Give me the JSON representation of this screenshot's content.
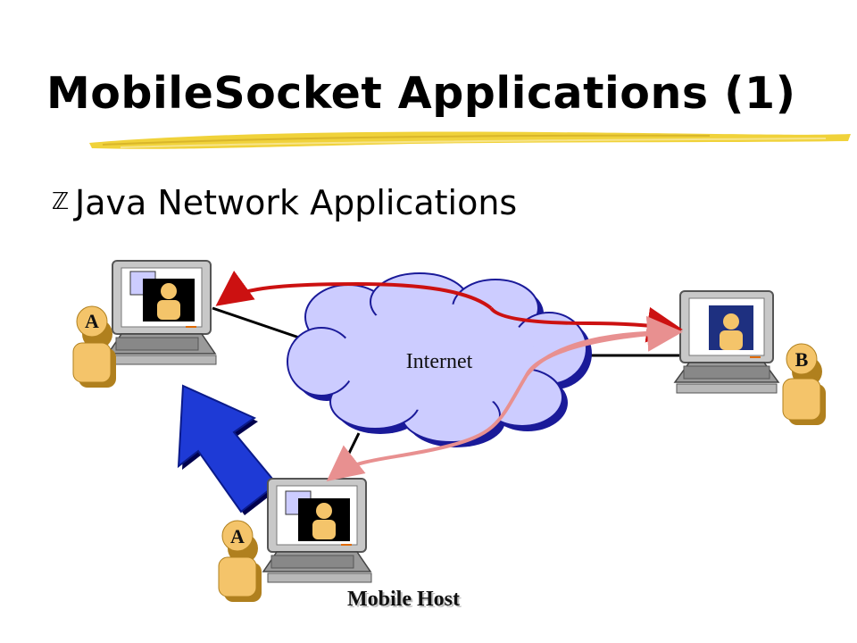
{
  "slide": {
    "title": "MobileSocket Applications (1)",
    "bullet_icon": "z-bullet-icon",
    "bullet_text": "Java Network Applications"
  },
  "diagram": {
    "cloud_label": "Internet",
    "user_a_top_label": "A",
    "user_b_label": "B",
    "user_a_mobile_label": "A",
    "mobile_host_label": "Mobile Host"
  },
  "colors": {
    "cloud_fill": "#ccccff",
    "cloud_stroke": "#1a1a99",
    "person_fill": "#f4c46a",
    "migration_arrow": "#1e3ad6",
    "connection_red": "#cc1111",
    "connection_pink": "#e89090",
    "underline_yellow": "#f0d23a"
  }
}
